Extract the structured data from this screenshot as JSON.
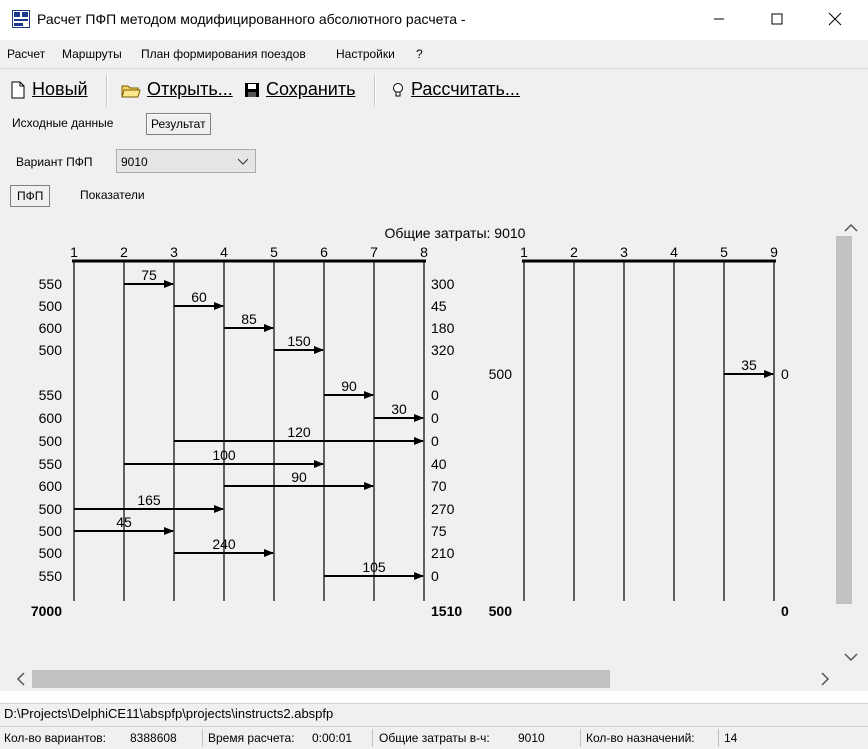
{
  "window": {
    "title": "Расчет ПФП методом модифицированного абсолютного расчета -"
  },
  "menu": [
    "Расчет",
    "Маршруты",
    "План формирования поездов",
    "Настройки",
    "?"
  ],
  "toolbar": {
    "new": "Новый",
    "open": "Открыть...",
    "save": "Сохранить",
    "calc": "Рассчитать..."
  },
  "page_tabs": [
    "Исходные данные",
    "Результат"
  ],
  "variant": {
    "label": "Вариант ПФП",
    "value": "9010"
  },
  "sub_tabs": [
    "ПФП",
    "Показатели"
  ],
  "diagram": {
    "total_label": "Общие затраты: 9010",
    "left": {
      "stations": [
        "1",
        "2",
        "3",
        "4",
        "5",
        "6",
        "7",
        "8"
      ],
      "rows": [
        {
          "left": "550",
          "from": 2,
          "to": 3,
          "label": "75",
          "right": "300"
        },
        {
          "left": "500",
          "from": 3,
          "to": 4,
          "label": "60",
          "right": "45"
        },
        {
          "left": "600",
          "from": 4,
          "to": 5,
          "label": "85",
          "right": "180"
        },
        {
          "left": "500",
          "from": 5,
          "to": 6,
          "label": "150",
          "right": "320"
        },
        {
          "left": "550",
          "from": 6,
          "to": 7,
          "label": "90",
          "right": "0"
        },
        {
          "left": "600",
          "from": 7,
          "to": 8,
          "label": "30",
          "right": "0"
        },
        {
          "left": "500",
          "from": 3,
          "to": 8,
          "label": "120",
          "right": "0"
        },
        {
          "left": "550",
          "from": 2,
          "to": 6,
          "label": "100",
          "right": "40"
        },
        {
          "left": "600",
          "from": 4,
          "to": 7,
          "label": "90",
          "right": "70"
        },
        {
          "left": "500",
          "from": 1,
          "to": 4,
          "label": "165",
          "right": "270"
        },
        {
          "left": "500",
          "from": 1,
          "to": 3,
          "label": "45",
          "right": "75"
        },
        {
          "left": "500",
          "from": 3,
          "to": 5,
          "label": "240",
          "right": "210"
        },
        {
          "left": "550",
          "from": 6,
          "to": 8,
          "label": "105",
          "right": "0"
        }
      ],
      "total_left": "7000",
      "total_right": "1510"
    },
    "right": {
      "stations": [
        "1",
        "2",
        "3",
        "4",
        "5",
        "9"
      ],
      "rows": [
        {
          "left": "500",
          "from": 5,
          "to": 6,
          "label": "35",
          "right": "0"
        }
      ],
      "total_left": "500",
      "total_right": "0"
    }
  },
  "path": "D:\\Projects\\DelphiCE11\\abspfp\\projects\\instructs2.abspfp",
  "status": {
    "variants_label": "Кол-во вариантов:",
    "variants_value": "8388608",
    "time_label": "Время расчета:",
    "time_value": "0:00:01",
    "cost_label": "Общие затраты в-ч:",
    "cost_value": "9010",
    "assign_label": "Кол-во назначений:",
    "assign_value": "14"
  }
}
